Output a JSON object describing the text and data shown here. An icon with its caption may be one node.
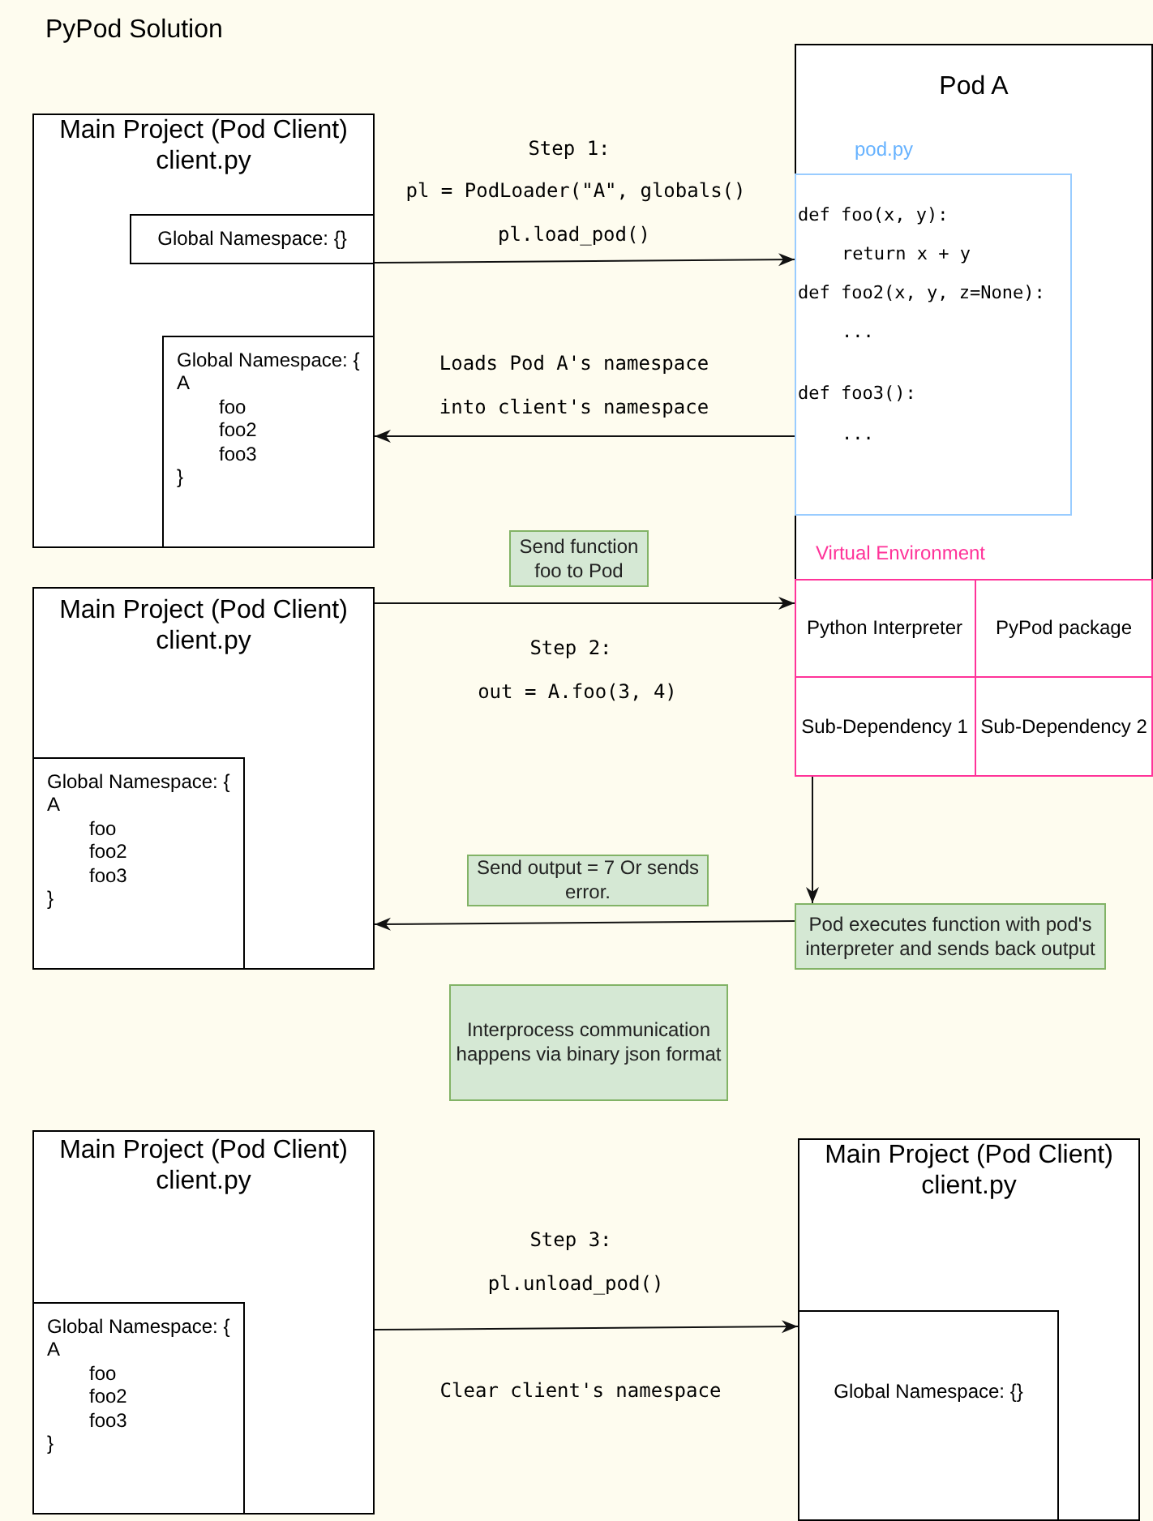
{
  "diagram": {
    "title": "PyPod Solution",
    "nodes": [
      {
        "text": [
          "Main Project (Pod Client)",
          "client.py"
        ]
      },
      {
        "text": [
          "Global Namespace: {}"
        ],
        "in": 0
      },
      {
        "text": [
          "Global Namespace: {",
          "A",
          "foo",
          "foo2",
          "foo3",
          "}"
        ],
        "in": 0
      },
      {
        "text": [
          "Pod A"
        ]
      },
      {
        "text": [
          "pod.py",
          "def foo(x, y):",
          "return x + y",
          "def foo2(x, y, z=None):",
          "...",
          "def foo3():",
          "..."
        ],
        "in": 3
      },
      {
        "text": [
          "Virtual Environment"
        ],
        "in": 3
      },
      {
        "text": [
          "Python Interpreter"
        ],
        "in": 5
      },
      {
        "text": [
          "PyPod package"
        ],
        "in": 5
      },
      {
        "text": [
          "Sub-Dependency 1"
        ],
        "in": 5
      },
      {
        "text": [
          "Sub-Dependency 2"
        ],
        "in": 5
      },
      {
        "text": [
          "Send function foo to Pod"
        ]
      },
      {
        "text": [
          "Main Project (Pod Client)",
          "client.py"
        ]
      },
      {
        "text": [
          "Global Namespace: {",
          "A",
          "foo",
          "foo2",
          "foo3",
          "}"
        ],
        "in": 11
      },
      {
        "text": [
          "Send output = 7 Or sends error."
        ]
      },
      {
        "text": [
          "Pod executes function with pod's interpreter and sends back output"
        ]
      },
      {
        "text": [
          "Interprocess communication happens via binary json format"
        ]
      },
      {
        "text": [
          "Main Project (Pod Client)",
          "client.py"
        ]
      },
      {
        "text": [
          "Global Namespace: {",
          "A",
          "foo",
          "foo2",
          "foo3",
          "}"
        ],
        "in": 16
      },
      {
        "text": [
          "Main Project (Pod Client)",
          "client.py"
        ]
      },
      {
        "text": [
          "Global Namespace: {}"
        ],
        "in": 18
      }
    ],
    "edges": [
      {
        "from": 1,
        "to": 4,
        "arrow": "to"
      },
      {
        "from": 4,
        "to": 2,
        "arrow": "to"
      },
      {
        "from": 11,
        "to": 5,
        "arrow": "to"
      },
      {
        "from": 5,
        "to": 14,
        "arrow": "to"
      },
      {
        "from": 14,
        "to": 11,
        "arrow": "to"
      },
      {
        "from": 16,
        "to": 19,
        "arrow": "to"
      }
    ],
    "labels": [
      "Step 1:",
      "pl = PodLoader(\"A\", globals()",
      "pl.load_pod()",
      "Loads Pod A's namespace into client's namespace",
      "Step 2:",
      "out = A.foo(3, 4)",
      "Step 3:",
      "pl.unload_pod()",
      "Clear client's namespace"
    ]
  }
}
